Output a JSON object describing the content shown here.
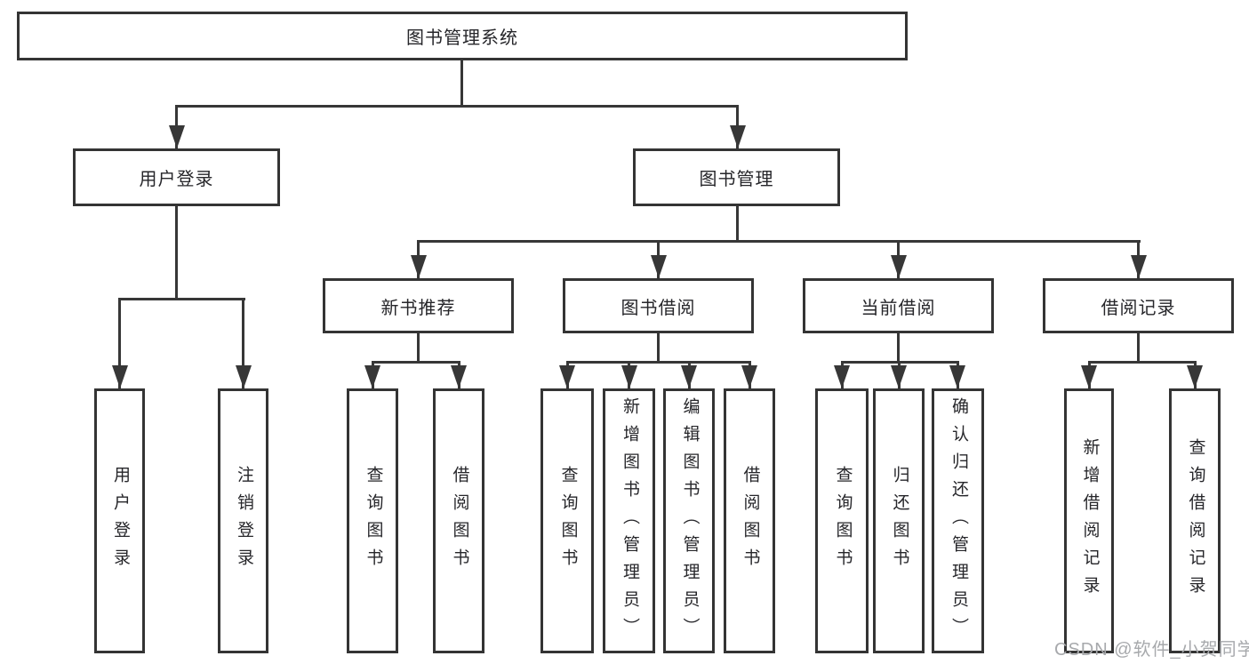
{
  "diagram": {
    "root": {
      "label": "图书管理系统"
    },
    "branches": [
      {
        "label": "用户登录",
        "children": [
          {
            "label": "用户登录"
          },
          {
            "label": "注销登录"
          }
        ]
      },
      {
        "label": "图书管理",
        "children": [
          {
            "label": "新书推荐",
            "children": [
              {
                "label": "查询图书"
              },
              {
                "label": "借阅图书"
              }
            ]
          },
          {
            "label": "图书借阅",
            "children": [
              {
                "label": "查询图书"
              },
              {
                "label": "新增图书（管理员）"
              },
              {
                "label": "编辑图书（管理员）"
              },
              {
                "label": "借阅图书"
              }
            ]
          },
          {
            "label": "当前借阅",
            "children": [
              {
                "label": "查询图书"
              },
              {
                "label": "归还图书"
              },
              {
                "label": "确认归还（管理员）"
              }
            ]
          },
          {
            "label": "借阅记录",
            "children": [
              {
                "label": "新增借阅记录"
              },
              {
                "label": "查询借阅记录"
              }
            ]
          }
        ]
      }
    ]
  },
  "watermark": {
    "text": "CSDN @软件_小贺同学"
  },
  "colors": {
    "line": "#373737",
    "box_border": "#343434",
    "text": "#26262a",
    "watermark": "#a7a9ac",
    "background": "#ffffff"
  }
}
